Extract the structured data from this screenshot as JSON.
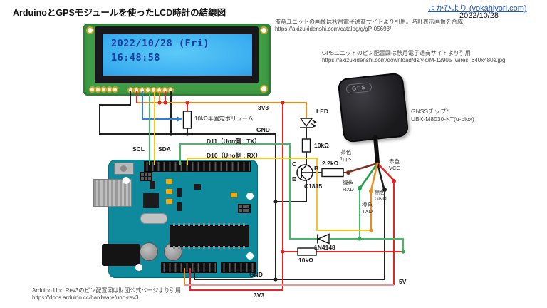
{
  "header": {
    "title": "ArduinoとGPSモジュールを使ったLCD時計の結線図",
    "site_link": "よかひより (yokahiyori.com)",
    "date": "2022/10/28"
  },
  "credits": {
    "lcd_line1": "液晶ユニットの画像は秋月電子通商サイトより引用。時計表示画像を合成",
    "lcd_line2": "https://akizukidenshi.com/catalog/g/gP-05693/",
    "gps_line1": "GPSユニットのピン配置図は秋月電子通商サイトより引用",
    "gps_line2": "https://akizukidenshi.com/download/ds/yic/M-12905_wires_640x480s.jpg",
    "gnss_line1": "GNSSチップ：",
    "gnss_line2": "UBX-M8030-KT(u-blox)",
    "arduino_line1": "Arduino Uno Rev3のピン配置図は財団公式ページより引用",
    "arduino_line2": "https://docs.arduino.cc/hardware/uno-rev3"
  },
  "lcd_display": {
    "line1": "2022/10/28 (Fri)",
    "line2": "16:48:58"
  },
  "gps": {
    "logo": "GPS",
    "wires": [
      {
        "color": "茶色",
        "signal": "1pps"
      },
      {
        "color": "赤色",
        "signal": "VCC"
      },
      {
        "color": "緑色",
        "signal": "RXD"
      },
      {
        "color": "黒色",
        "signal": "GND"
      },
      {
        "color": "橙色",
        "signal": "TXD"
      }
    ]
  },
  "schematic_labels": {
    "rail_3v3": "3V3",
    "rail_gnd": "GND",
    "pot": "10kΩ半固定ボリューム",
    "scl": "SCL",
    "sda": "SDA",
    "d11": "D11（Uon側 : TX）",
    "d10": "D10（Uno側 : RX）",
    "led": "LED",
    "led_resistor": "10kΩ",
    "base_resistor": "2.2kΩ",
    "pin_c": "C",
    "pin_b": "B",
    "pin_e": "E",
    "transistor": "C1815",
    "diode": "1N4148",
    "pullup_resistor": "10kΩ",
    "gnd_bottom": "GND",
    "v5": "5V",
    "v33_bottom": "3V3"
  },
  "colors": {
    "board_teal": "#0f8a9d",
    "lcd_screen_blue": "#3aaef0",
    "wire_orange": "#ea8a1a",
    "wire_red": "#e12727",
    "wire_pink_5v": "#f59090",
    "wire_green": "#43bb66",
    "wire_yellow": "#f7c61f",
    "wire_blue": "#2a7de2",
    "wire_brown": "#7c3123",
    "wire_black": "#202020",
    "link_blue": "#1a56c8"
  }
}
